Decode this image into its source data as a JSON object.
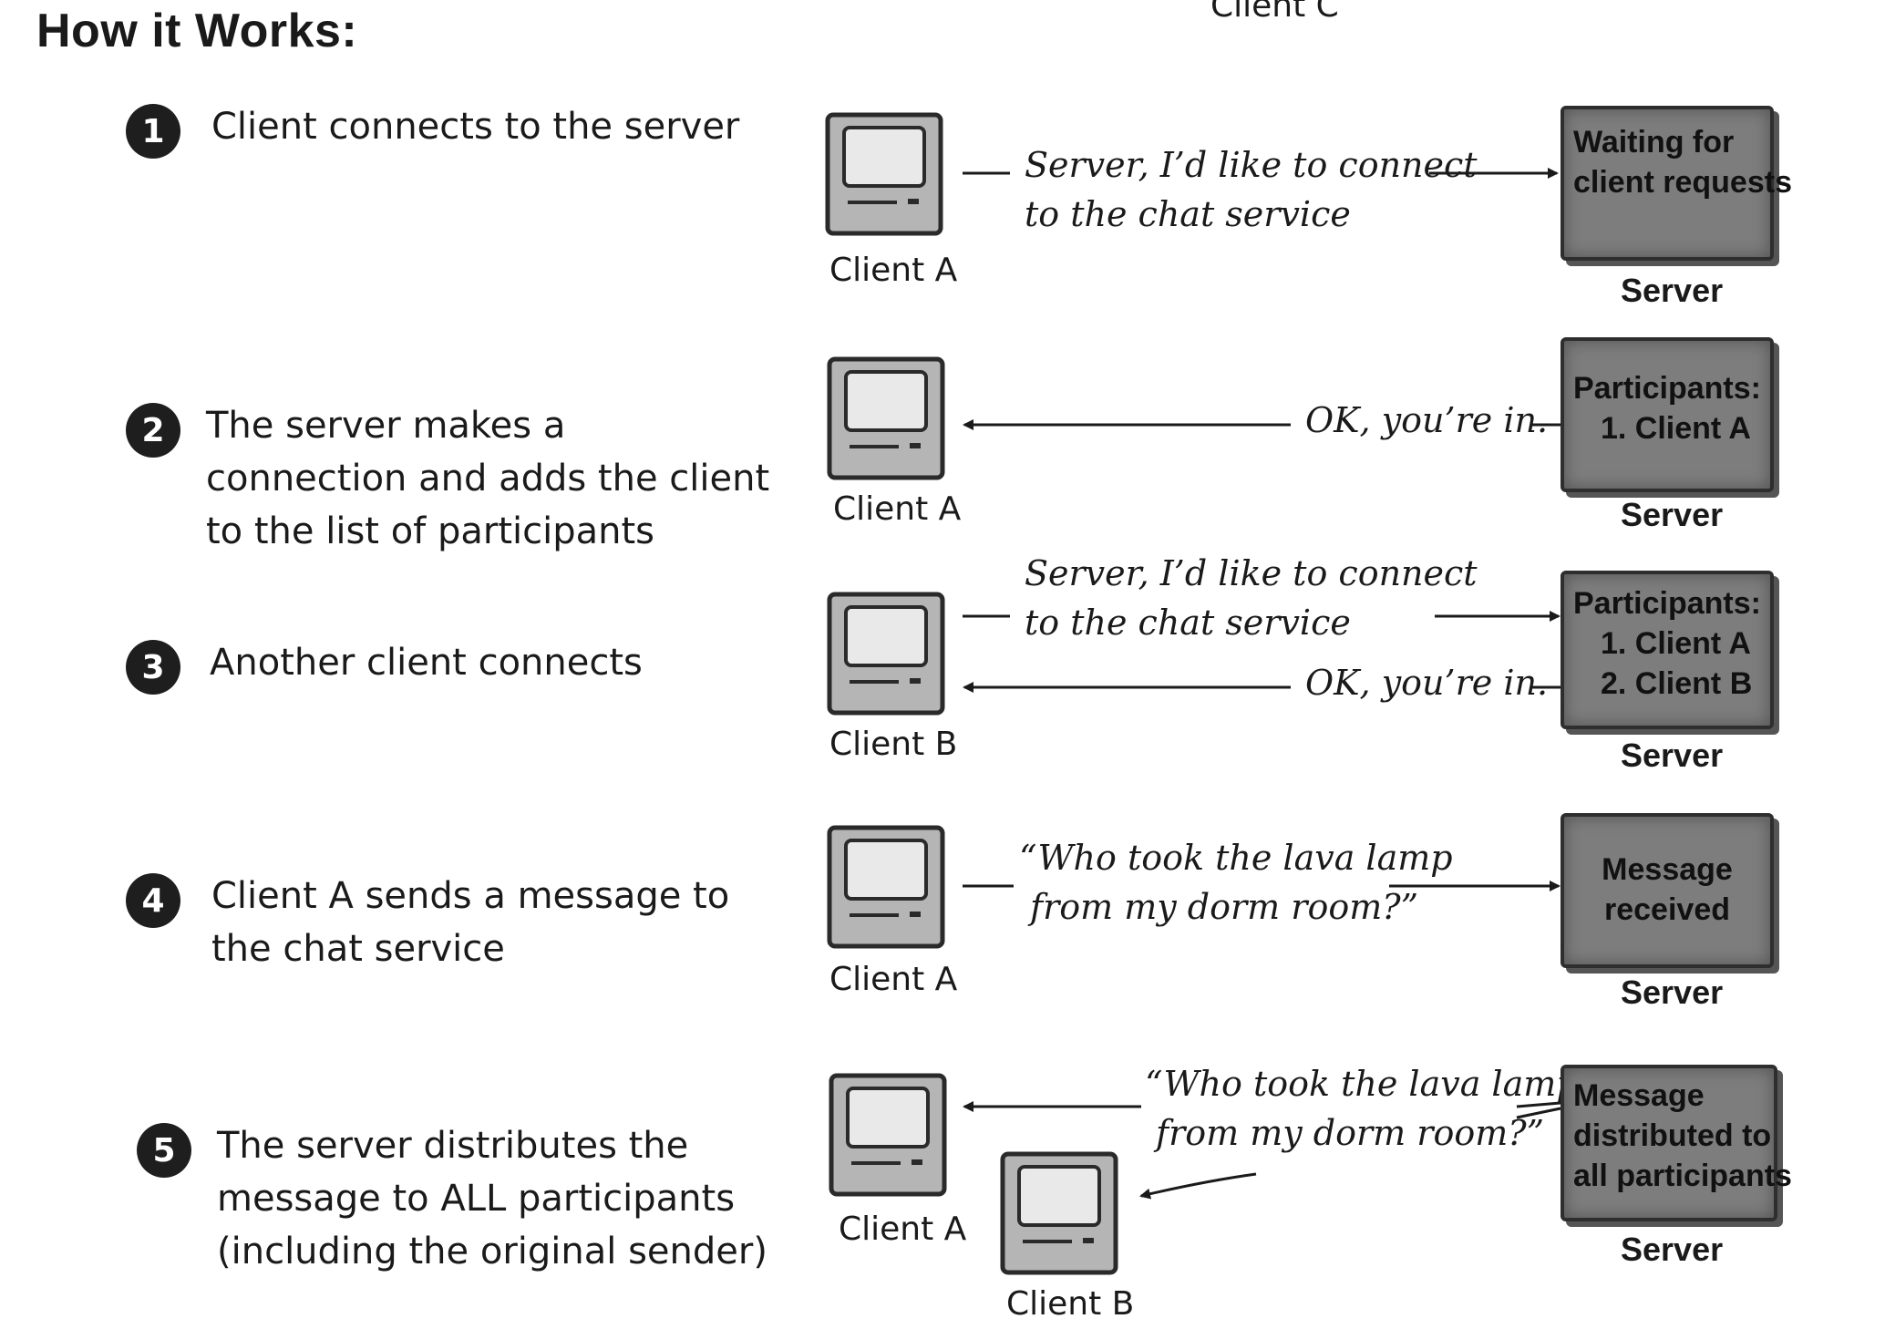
{
  "title": "How it Works:",
  "top_cut_label": "Client C",
  "steps": [
    {
      "number": "1",
      "text_lines": [
        "Client connects to the server"
      ],
      "client_labels": [
        "Client A"
      ],
      "messages": [
        "Server, I’d like to connect",
        "to the chat service"
      ],
      "server_lines": [
        "Waiting for",
        "client requests"
      ],
      "server_label": "Server"
    },
    {
      "number": "2",
      "text_lines": [
        "The server makes a",
        "connection and adds the client",
        "to the list of participants"
      ],
      "client_labels": [
        "Client A"
      ],
      "messages": [
        "OK, you’re in."
      ],
      "server_lines": [
        "Participants:",
        "1. Client A"
      ],
      "server_label": "Server"
    },
    {
      "number": "3",
      "text_lines": [
        "Another client connects"
      ],
      "client_labels": [
        "Client B"
      ],
      "messages": [
        "Server, I’d like to connect",
        "to the chat service",
        "OK, you’re in."
      ],
      "server_lines": [
        "Participants:",
        "1. Client A",
        "2. Client B"
      ],
      "server_label": "Server"
    },
    {
      "number": "4",
      "text_lines": [
        "Client A sends a message to",
        "the chat service"
      ],
      "client_labels": [
        "Client A"
      ],
      "messages": [
        "“Who took the lava lamp",
        "from my dorm room?”"
      ],
      "server_lines": [
        "Message",
        "received"
      ],
      "server_label": "Server"
    },
    {
      "number": "5",
      "text_lines": [
        "The server distributes the",
        "message to ALL participants",
        "(including the original sender)"
      ],
      "client_labels": [
        "Client A",
        "Client B"
      ],
      "messages": [
        "“Who took the lava lamp",
        "from my dorm room?”"
      ],
      "server_lines": [
        "Message",
        "distributed to",
        "all participants"
      ],
      "server_label": "Server"
    }
  ],
  "colors": {
    "server_fill": "#7d7d7d",
    "ink": "#1a1a1a",
    "monitor_fill": "#b5b5b5"
  },
  "icons": [
    "computer-monitor-icon",
    "arrow-right-icon",
    "arrow-left-icon"
  ]
}
